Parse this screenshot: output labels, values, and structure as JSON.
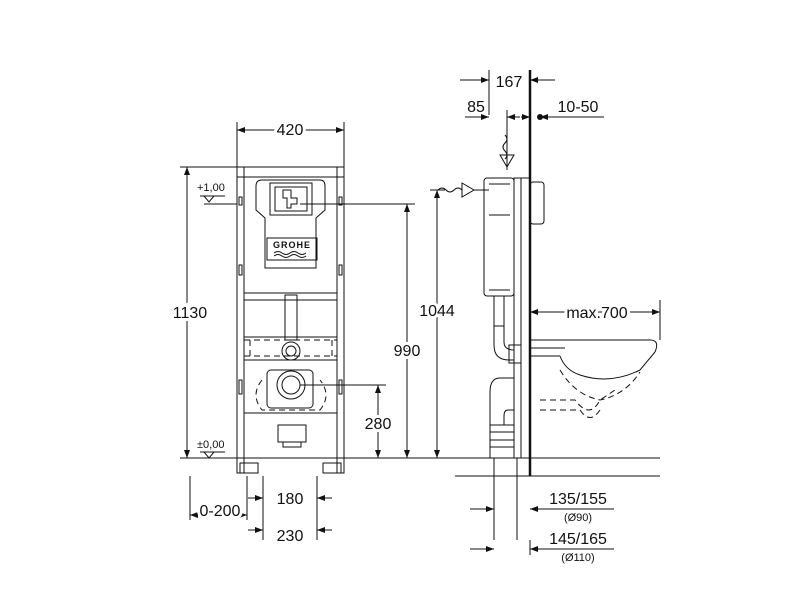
{
  "front_view": {
    "width_label": "420",
    "height_label": "1130",
    "level_top_label": "+1,00",
    "level_floor_label": "±0,00",
    "actuator_height_label": "990",
    "frame_height_label": "1044",
    "waste_height_label": "280",
    "adjust_label": "0-200",
    "bolt_spacing_label": "180",
    "bolt_spacing_outer_label": "230",
    "logo_text": "GROHE"
  },
  "side_view": {
    "depth_label": "167",
    "offset_label": "85",
    "wall_label": "10-50",
    "projection_label": "max.700",
    "pipe_90_label": "135/155",
    "pipe_90_sub": "(Ø90)",
    "pipe_110_label": "145/165",
    "pipe_110_sub": "(Ø110)"
  },
  "icons": {
    "water_inlet": "water-inlet-icon",
    "water_supply_arrow": "water-supply-arrow-icon",
    "level_marker": "level-marker-icon"
  }
}
